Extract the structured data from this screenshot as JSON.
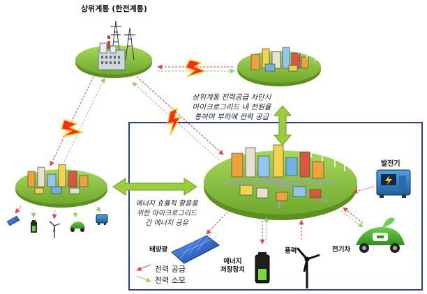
{
  "labels": {
    "upper_grid": "상위계통 (한전계통)",
    "blackout_note": [
      "상위계통 전력공급 차단시",
      "마이크로그리드 내 전원을",
      "통하여 부하에 전력 공급"
    ],
    "sharing_note": [
      "에너지 효율적 활용을",
      "위한 마이크로그리드",
      "간 에너지 공유"
    ],
    "generator": "발전기",
    "solar": "태양광",
    "storage": [
      "에너지",
      "저장장치"
    ],
    "wind": "풍력",
    "ev": "전기차"
  },
  "legend": {
    "supply": "전력 공급",
    "consume": "전력 소모"
  },
  "colors": {
    "supply_arrow": "#e8434a",
    "consume_arrow": "#8fd16a",
    "ground_green": "#8cc63f",
    "frame": "#2b3f8f",
    "big_arrow": "#9ccd3c",
    "lightning": "#ff2a1a"
  },
  "icons": [
    "power-plant-icon",
    "lightning-icon",
    "city-island-icon",
    "solar-panel-icon",
    "battery-icon",
    "wind-turbine-icon",
    "electric-car-icon",
    "generator-icon"
  ]
}
